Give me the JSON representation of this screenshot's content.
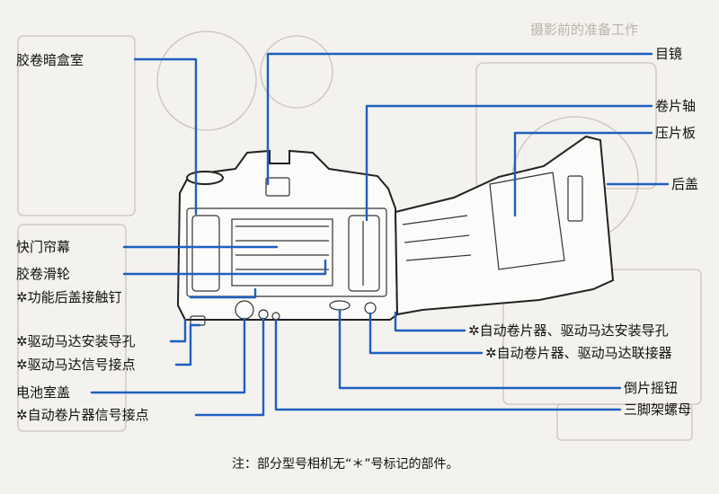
{
  "background_text": {
    "top_right": "摄影前的准备工作"
  },
  "labels_left": [
    "胶卷暗盒室",
    "快门帘幕",
    "胶卷滑轮",
    "✲功能后盖接触钉",
    "✲驱动马达安装导孔",
    "✲驱动马达信号接点",
    "电池室盖",
    "✲自动卷片器信号接点"
  ],
  "labels_right": [
    "目镜",
    "卷片轴",
    "压片板",
    "后盖",
    "✲自动卷片器、驱动马达安装导孔",
    "✲自动卷片器、驱动马达联接器",
    "倒片摇钮",
    "三脚架螺母"
  ],
  "footnote": "注：部分型号相机无“＊”号标记的部件。",
  "colors": {
    "leader": "#1f5fbf",
    "line_art": "#222222",
    "paper": "#f4f2ee"
  }
}
